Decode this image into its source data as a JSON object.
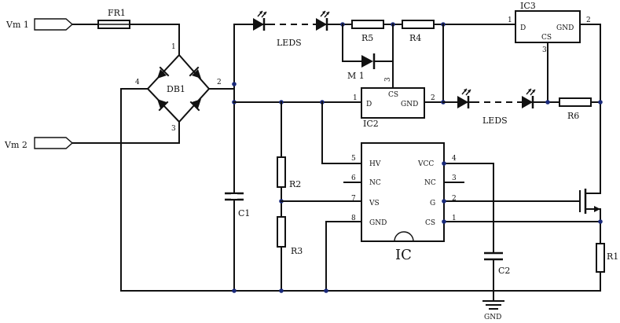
{
  "inputs": {
    "vm1": "Vm 1",
    "vm2": "Vm 2"
  },
  "parts": {
    "fr1": "FR1",
    "db1": "DB1",
    "leds_top": "LEDS",
    "leds_mid": "LEDS",
    "r5": "R5",
    "r4": "R4",
    "m1": "M 1",
    "ic3": "IC3",
    "ic2": "IC2",
    "r6": "R6",
    "r2": "R2",
    "r3": "R3",
    "c1": "C1",
    "c2": "C2",
    "r1": "R1",
    "ic": "IC",
    "gnd": "GND"
  },
  "pin_labels": {
    "ic2_d": "D",
    "ic2_cs": "CS",
    "ic2_gnd": "GND",
    "ic3_d": "D",
    "ic3_cs": "CS",
    "ic3_gnd": "GND",
    "ic_hv": "HV",
    "ic_nc_l": "NC",
    "ic_vs": "VS",
    "ic_gnd": "GND",
    "ic_vcc": "VCC",
    "ic_nc_r": "NC",
    "ic_g": "G",
    "ic_cs": "CS"
  },
  "pin_numbers": {
    "db1_1": "1",
    "db1_2": "2",
    "db1_3": "3",
    "db1_4": "4",
    "ic2_1": "1",
    "ic2_2": "2",
    "ic2_3": "3",
    "ic3_1": "1",
    "ic3_2": "2",
    "ic3_3": "3",
    "ic_5": "5",
    "ic_6": "6",
    "ic_7": "7",
    "ic_8": "8",
    "ic_4": "4",
    "ic_3": "3",
    "ic_2": "2",
    "ic_1": "1"
  }
}
